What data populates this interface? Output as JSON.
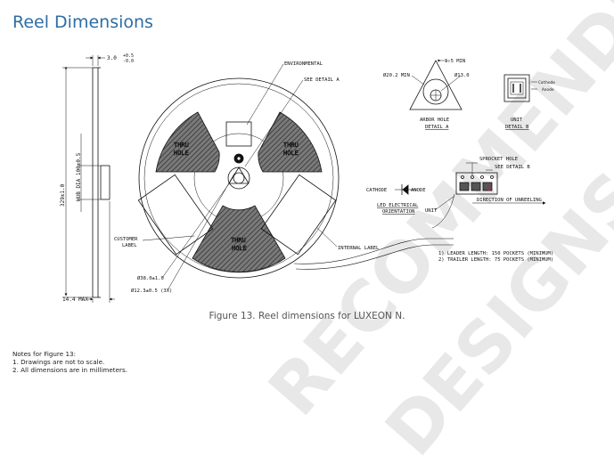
{
  "page": {
    "title": "Reel Dimensions",
    "caption": "Figure 13. Reel dimensions for LUXEON N.",
    "notes_title": "Notes for Figure 13:",
    "notes": [
      "1.  Drawings are not to scale.",
      "2.  All dimensions are in millimeters."
    ]
  },
  "watermark": {
    "line1": "RECOMMENDED",
    "line2": "DESIGNS"
  },
  "drawing": {
    "side_view": {
      "top_dim": "3.0",
      "tol_plus": "+0.5",
      "tol_minus": "-0.0",
      "outer_dia": "329±1.0",
      "hub_dia": "HUB DIA 100±0.5",
      "bottom_dim": "14.4 MAX"
    },
    "reel": {
      "environmental": "ENVIRONMENTAL",
      "see_detail_a": "SEE DETAIL A",
      "thru_hole": [
        "THRU",
        "HOLE"
      ],
      "customer_label": [
        "CUSTOMER",
        "LABEL"
      ],
      "internal_label": "INTERNAL LABEL",
      "dia_38": "Ø38.0±1.0",
      "dia_12": "Ø12.3±0.5 (3X)"
    },
    "detail_a": {
      "min_15": "1.5 MIN",
      "dia_20": "Ø20.2 MIN",
      "dia_13": "Ø13.0",
      "arbor": "ARBOR HOLE",
      "detail_label": "DETAIL A"
    },
    "detail_b": {
      "cathode": "Cathode",
      "anode": "Anode",
      "unit": "UNIT",
      "detail_label": "DETAIL B"
    },
    "tape": {
      "sprocket": "SPROCKET HOLE",
      "see_detail_b": "SEE DETAIL B",
      "cathode": "CATHODE",
      "anode": "ANODE",
      "orientation": [
        "LED ELECTRICAL",
        "ORIENTATION"
      ],
      "unit": "UNIT",
      "unreeling": "DIRECTION OF UNREELING",
      "leader": "1) LEADER LENGTH: 150 POCKETS (MINIMUM)",
      "trailer": "2) TRAILER LENGTH: 75 POCKETS (MINIMUM)"
    }
  }
}
